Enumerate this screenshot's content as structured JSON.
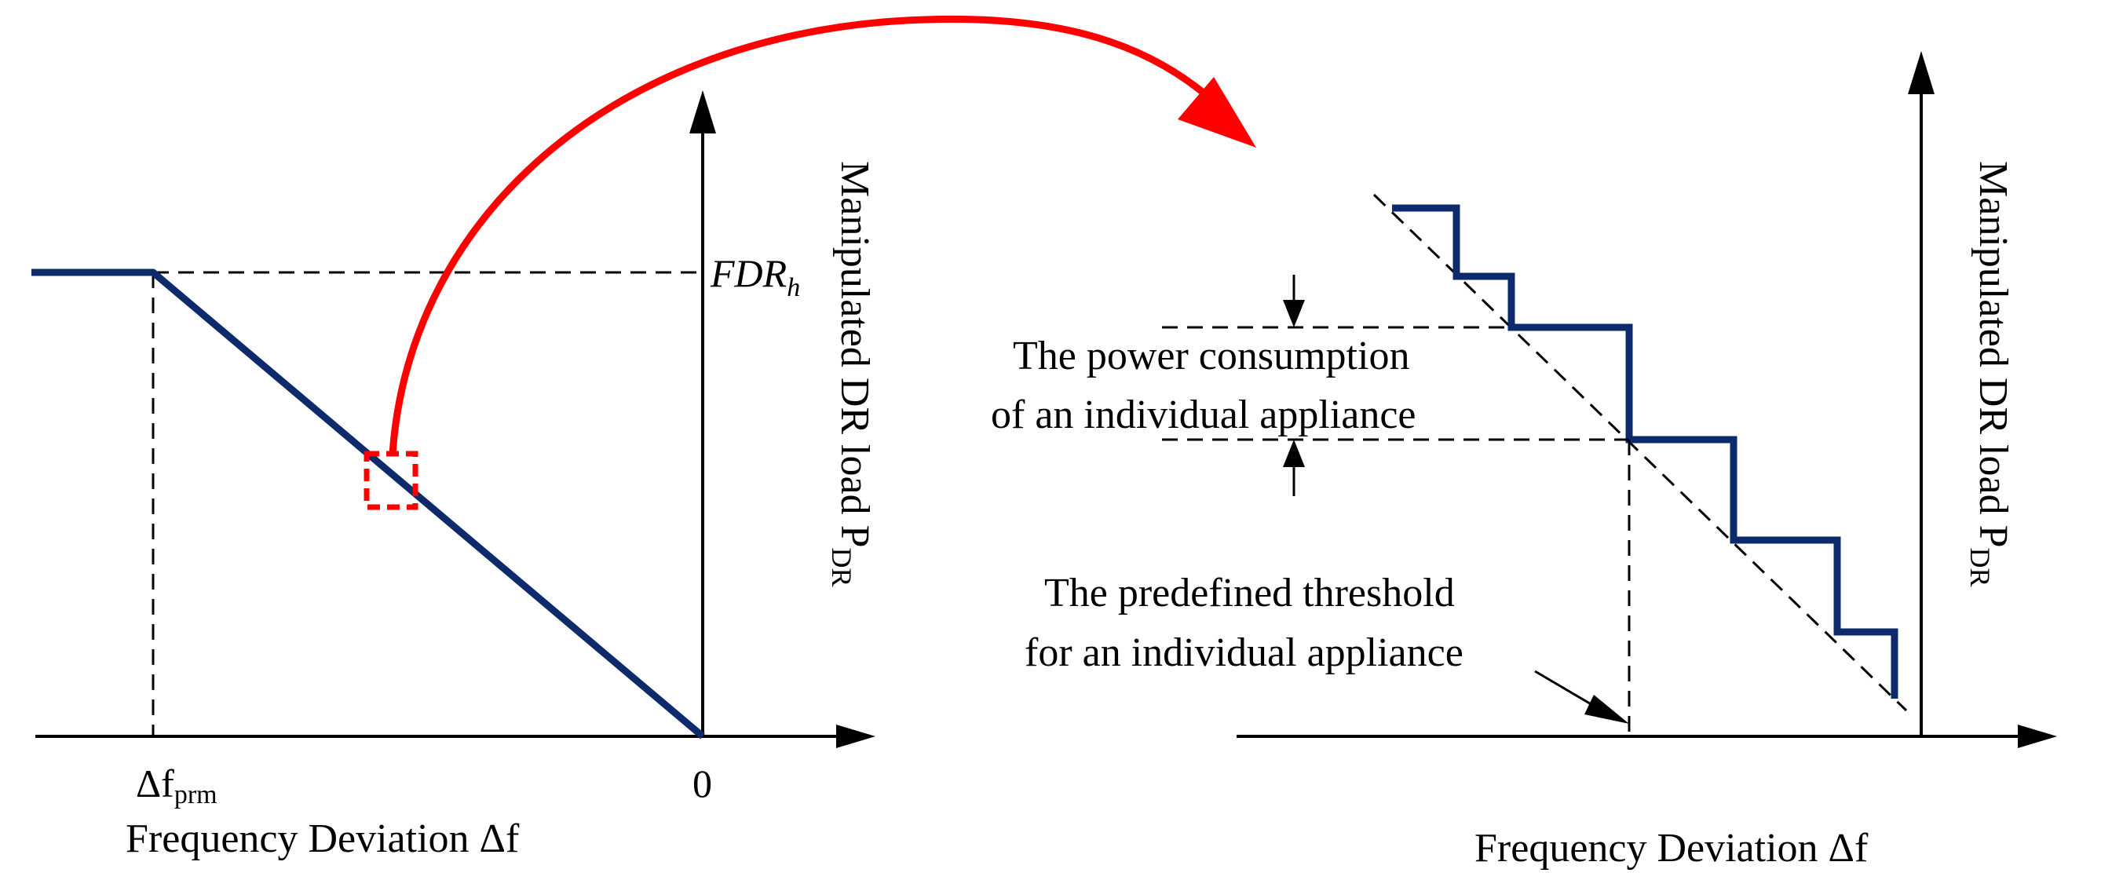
{
  "colors": {
    "curve": "#0d2a6b",
    "highlight": "#ff0000",
    "axis": "#000000",
    "background": "#ffffff"
  },
  "left_panel": {
    "y_axis_label": "Manipulated DR load P",
    "y_axis_label_subscript": "DR",
    "x_axis_label": "Frequency Deviation Δf",
    "fdr_label": "FDR",
    "fdr_label_subscript": "h",
    "prm_label": "Δf",
    "prm_label_subscript": "prm",
    "zero_label": "0"
  },
  "right_panel": {
    "y_axis_label": "Manipulated DR load P",
    "y_axis_label_subscript": "DR",
    "x_axis_label": "Frequency Deviation Δf",
    "power_note_line1": "The power consumption",
    "power_note_line2": "of an individual appliance",
    "threshold_note_line1": "The predefined threshold",
    "threshold_note_line2": "for an individual appliance"
  }
}
